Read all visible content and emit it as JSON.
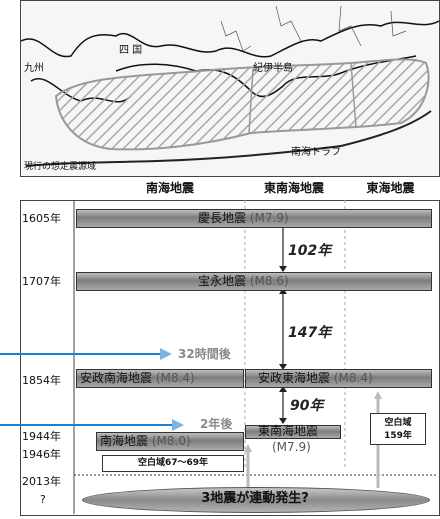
{
  "map": {
    "labels": {
      "kyushu": "九州",
      "shikoku": "四 国",
      "kii": "紀伊半島",
      "current": "現行の想定震源域",
      "trough": "南海トラフ"
    }
  },
  "headers": {
    "nankai": "南海地震",
    "tonankai": "東南海地震",
    "tokai": "東海地震"
  },
  "years": [
    "1605年",
    "1707年",
    "1854年",
    "1944年",
    "1946年",
    "2013年",
    "?"
  ],
  "quakes": {
    "keicho": {
      "name": "慶長地震",
      "mag": "(M7.9)"
    },
    "hoei": {
      "name": "宝永地震",
      "mag": "(M8.6)"
    },
    "ansei_nankai": {
      "name": "安政南海地震",
      "mag": "(M8.4)"
    },
    "ansei_tokai": {
      "name": "安政東海地震",
      "mag": "(M8.4)"
    },
    "nankai": {
      "name": "南海地震",
      "mag": "(M8.0)"
    },
    "tonankai": {
      "name": "東南海地震",
      "mag": "(M7.9)"
    }
  },
  "intervals": {
    "first": "102年",
    "second": "147年",
    "third": "90年"
  },
  "lags": {
    "ansei": "32時間後",
    "showa": "2年後"
  },
  "blanks": {
    "nankai": "空白域67〜69年",
    "tokai_line1": "空白域",
    "tokai_line2": "159年"
  },
  "future": "3地震が連動発生?"
}
